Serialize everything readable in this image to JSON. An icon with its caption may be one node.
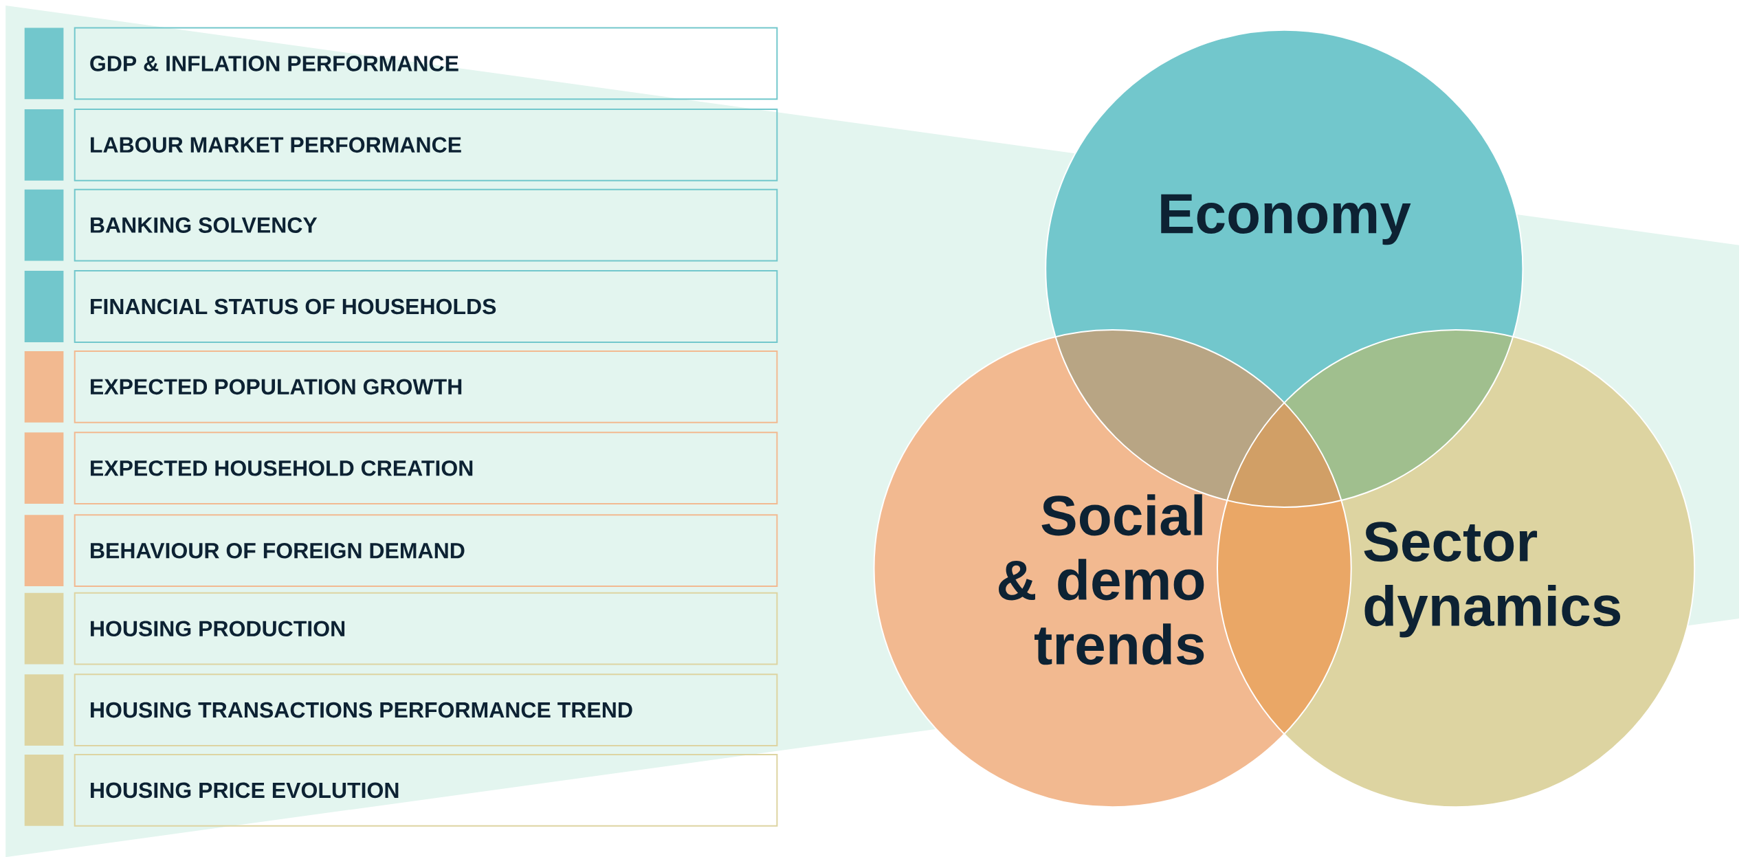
{
  "diagram": {
    "nodes": [
      {
        "text": [
          "GDP & INFLATION PERFORMANCE"
        ]
      },
      {
        "text": [
          "LABOUR MARKET PERFORMANCE"
        ]
      },
      {
        "text": [
          "BANKING SOLVENCY"
        ]
      },
      {
        "text": [
          "FINANCIAL STATUS OF HOUSEHOLDS"
        ]
      },
      {
        "text": [
          "EXPECTED POPULATION GROWTH"
        ]
      },
      {
        "text": [
          "EXPECTED HOUSEHOLD CREATION"
        ]
      },
      {
        "text": [
          "BEHAVIOUR OF FOREIGN DEMAND"
        ]
      },
      {
        "text": [
          "HOUSING PRODUCTION"
        ]
      },
      {
        "text": [
          "HOUSING TRANSACTIONS PERFORMANCE TREND"
        ]
      },
      {
        "text": [
          "HOUSING PRICE EVOLUTION"
        ]
      },
      {
        "text": [
          "Economy"
        ]
      },
      {
        "text": [
          "Social & demo trends"
        ]
      },
      {
        "text": [
          "Sector dynamics"
        ]
      }
    ]
  }
}
